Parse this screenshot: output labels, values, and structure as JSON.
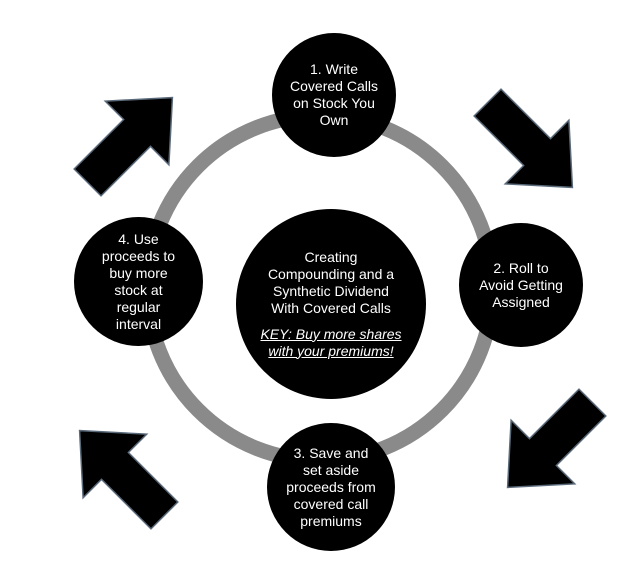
{
  "diagram": {
    "steps": [
      {
        "label": "1. Write\nCovered Calls\non Stock You\nOwn"
      },
      {
        "label": "2. Roll to\nAvoid Getting\nAssigned"
      },
      {
        "label": "3. Save and\nset aside\nproceeds from\ncovered call\npremiums"
      },
      {
        "label": "4. Use\nproceeds to\nbuy more\nstock at\nregular\ninterval"
      }
    ],
    "center": {
      "title": "Creating\nCompounding and a\nSynthetic Dividend\nWith Covered Calls",
      "key_note": "KEY: Buy more shares\nwith your premiums!"
    },
    "colors": {
      "node_fill": "#000000",
      "node_text": "#ffffff",
      "ring": "#8a8a8a",
      "arrow_fill": "#000000",
      "arrow_outline": "#5a6a7a"
    }
  }
}
